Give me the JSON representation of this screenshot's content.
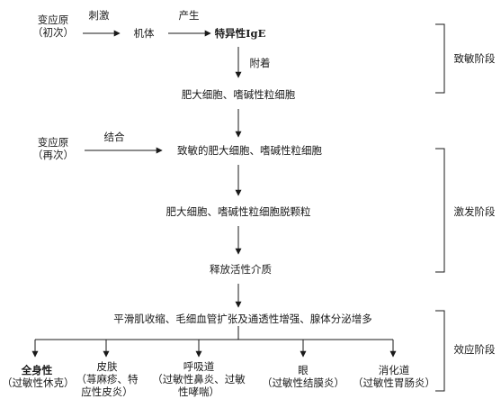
{
  "colors": {
    "line": "#1a1a1a",
    "text": "#1a1a1a",
    "background": "#ffffff"
  },
  "nodes": {
    "allergen_first": [
      "变应原",
      "（初次）"
    ],
    "body": "机体",
    "specific_ige": "特异性IgE",
    "mast_basophil": "肥大细胞、嗜碱性粒细胞",
    "allergen_second": [
      "变应原",
      "（再次）"
    ],
    "sensitized_cells": "致敏的肥大细胞、嗜碱性粒细胞",
    "degranulation": "肥大细胞、嗜碱性粒细胞脱颗粒",
    "active_mediators": "释放活性介质",
    "effects": "平滑肌收缩、毛细血管扩张及通透性增强、腺体分泌增多",
    "outcomes": [
      {
        "id": "systemic",
        "lines": [
          "全身性",
          "（过敏性休克）"
        ]
      },
      {
        "id": "skin",
        "lines": [
          "皮肤",
          "（荨麻疹、特",
          "应性皮炎）"
        ]
      },
      {
        "id": "respiratory",
        "lines": [
          "呼吸道",
          "（过敏性鼻炎、过敏",
          "性哮喘）"
        ]
      },
      {
        "id": "eye",
        "lines": [
          "眼",
          "（过敏性结膜炎）"
        ]
      },
      {
        "id": "digestive",
        "lines": [
          "消化道",
          "（过敏性胃肠炎）"
        ]
      }
    ]
  },
  "edge_labels": {
    "stimulate": "刺激",
    "produce": "产生",
    "attach": "附着",
    "bind": "结合"
  },
  "stages": {
    "sensitization": "致敏阶段",
    "excitation": "激发阶段",
    "effector": "效应阶段"
  }
}
